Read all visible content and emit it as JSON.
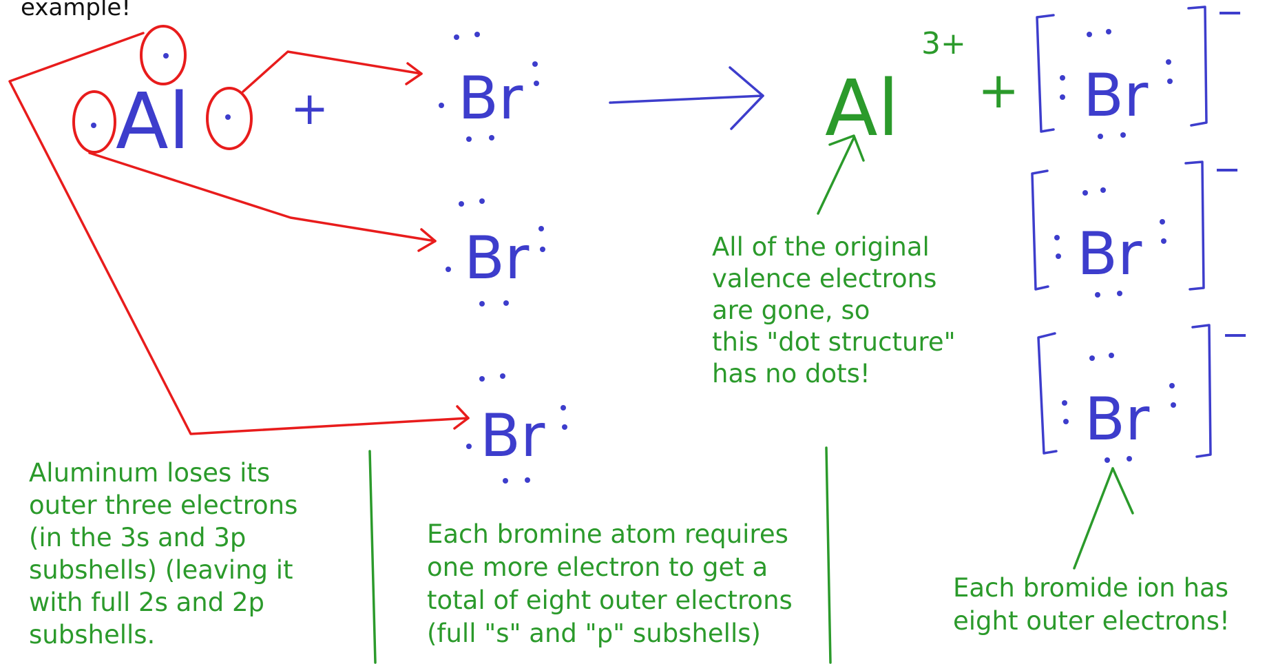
{
  "top_text": "example!",
  "colors": {
    "blue_ink": "#3d3dcc",
    "red_ink": "#e81c1c",
    "green_ink": "#2b9a2b"
  },
  "reactant": {
    "symbol": "Al",
    "plus": "+"
  },
  "bromine_atom_symbol": "Br",
  "product": {
    "cation_symbol": "Al",
    "cation_charge": "3+",
    "plus": "+",
    "anion_charge": "−"
  },
  "notes": {
    "aluminum_lines": [
      "Aluminum loses its",
      "outer three electrons",
      "(in the 3s and 3p",
      "subshells) (leaving it",
      "with full 2s and 2p",
      "subshells."
    ],
    "bromine_lines": [
      "Each bromine atom requires",
      "one more electron to get a",
      "total of eight outer electrons",
      "(full \"s\" and \"p\" subshells)"
    ],
    "cation_lines": [
      "All of the original",
      "valence electrons",
      "are gone, so",
      "this \"dot structure\"",
      "has no dots!"
    ],
    "bromide_lines": [
      "Each bromide ion has",
      "eight outer electrons!"
    ]
  }
}
